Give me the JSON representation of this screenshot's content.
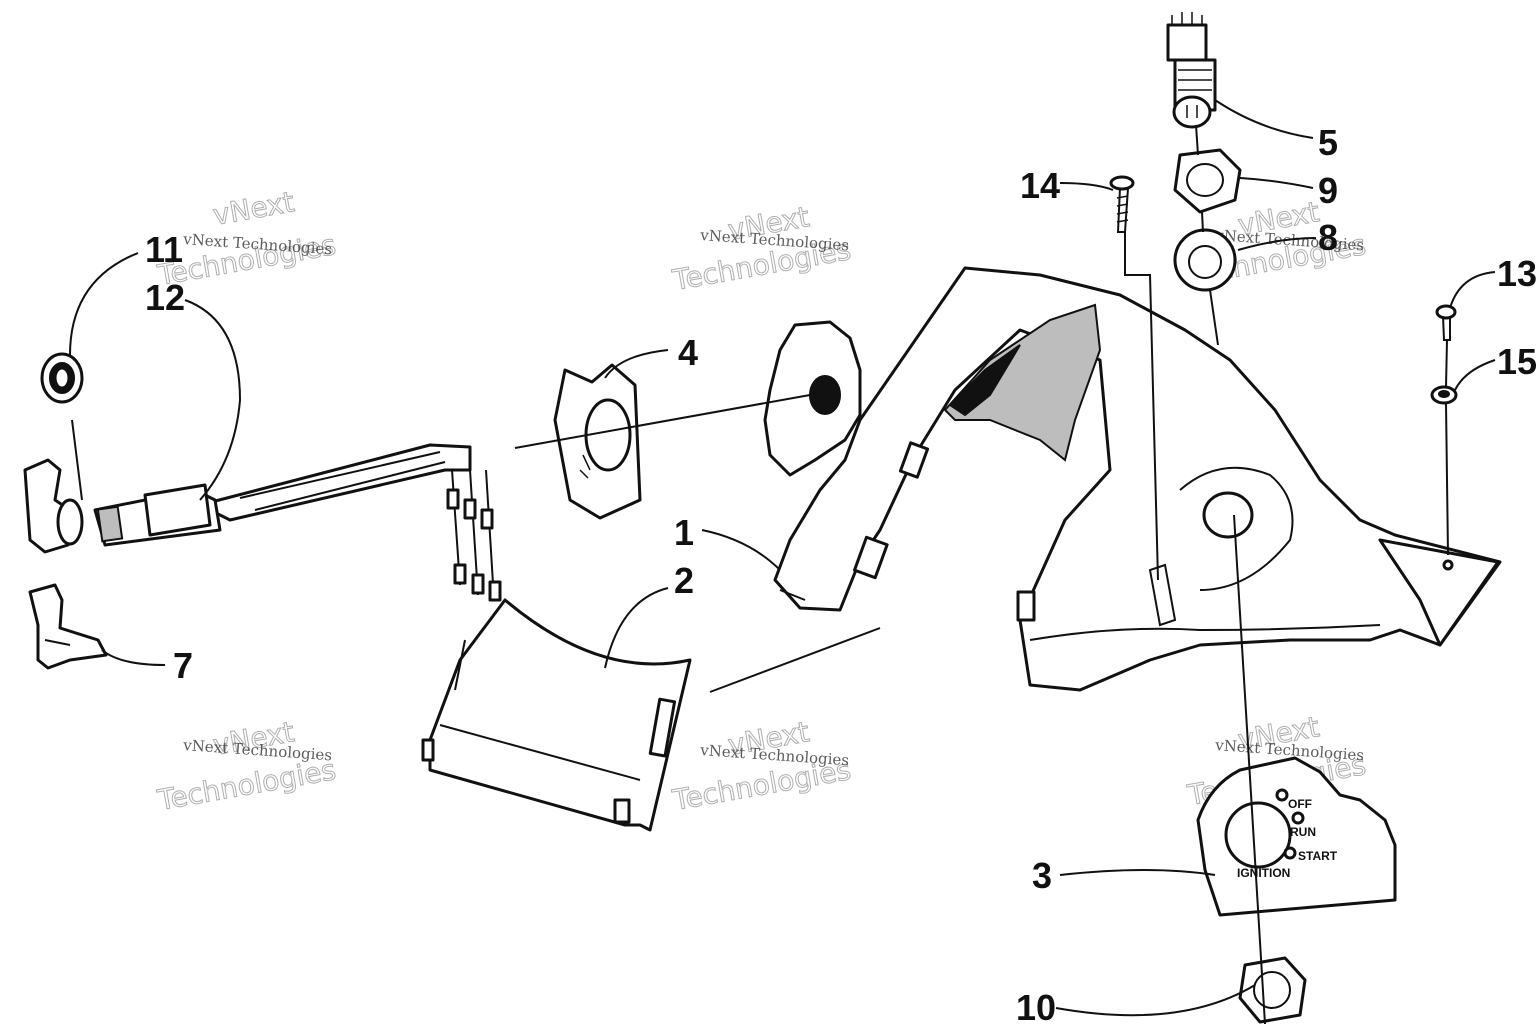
{
  "callouts": [
    {
      "id": "1",
      "label": "1"
    },
    {
      "id": "2",
      "label": "2"
    },
    {
      "id": "3",
      "label": "3"
    },
    {
      "id": "4",
      "label": "4"
    },
    {
      "id": "5",
      "label": "5"
    },
    {
      "id": "7",
      "label": "7"
    },
    {
      "id": "8",
      "label": "8"
    },
    {
      "id": "9",
      "label": "9"
    },
    {
      "id": "10",
      "label": "10"
    },
    {
      "id": "11",
      "label": "11"
    },
    {
      "id": "12",
      "label": "12"
    },
    {
      "id": "13",
      "label": "13"
    },
    {
      "id": "14",
      "label": "14"
    },
    {
      "id": "15",
      "label": "15"
    }
  ],
  "ignition_panel": {
    "off": "OFF",
    "run": "RUN",
    "start": "START",
    "ignition": "IGNITION"
  },
  "watermark": {
    "small_text": "vNext Technologies",
    "large_line1": "vNext",
    "large_line2": "Technologies"
  }
}
